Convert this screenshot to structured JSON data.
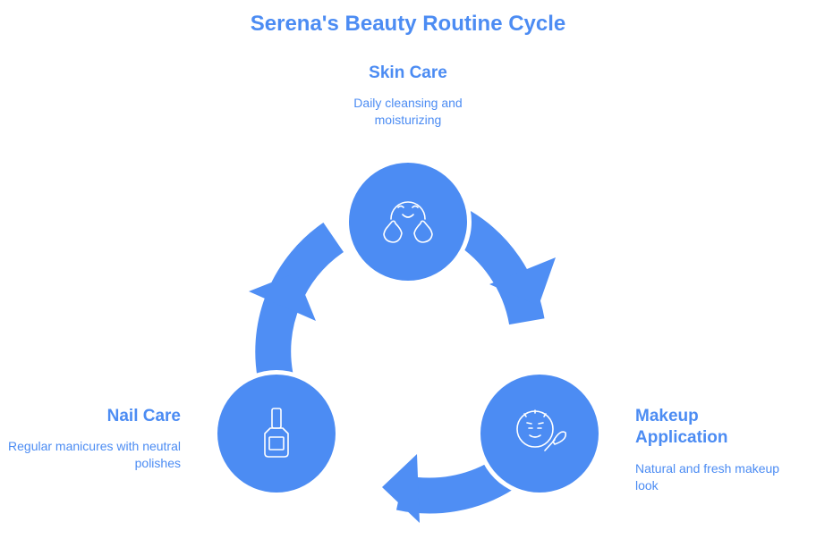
{
  "title": "Serena's Beauty Routine Cycle",
  "colors": {
    "accent": "#4c8cf3",
    "ring": "#4f8ef4",
    "node": "#4c8cf3"
  },
  "steps": [
    {
      "title": "Skin Care",
      "description": "Daily cleansing and moisturizing",
      "icon": "smiling-face-hands-icon"
    },
    {
      "title": "Makeup Application",
      "description": "Natural and fresh makeup look",
      "icon": "face-brush-icon"
    },
    {
      "title": "Nail Care",
      "description": "Regular manicures with neutral polishes",
      "icon": "nail-polish-icon"
    }
  ]
}
